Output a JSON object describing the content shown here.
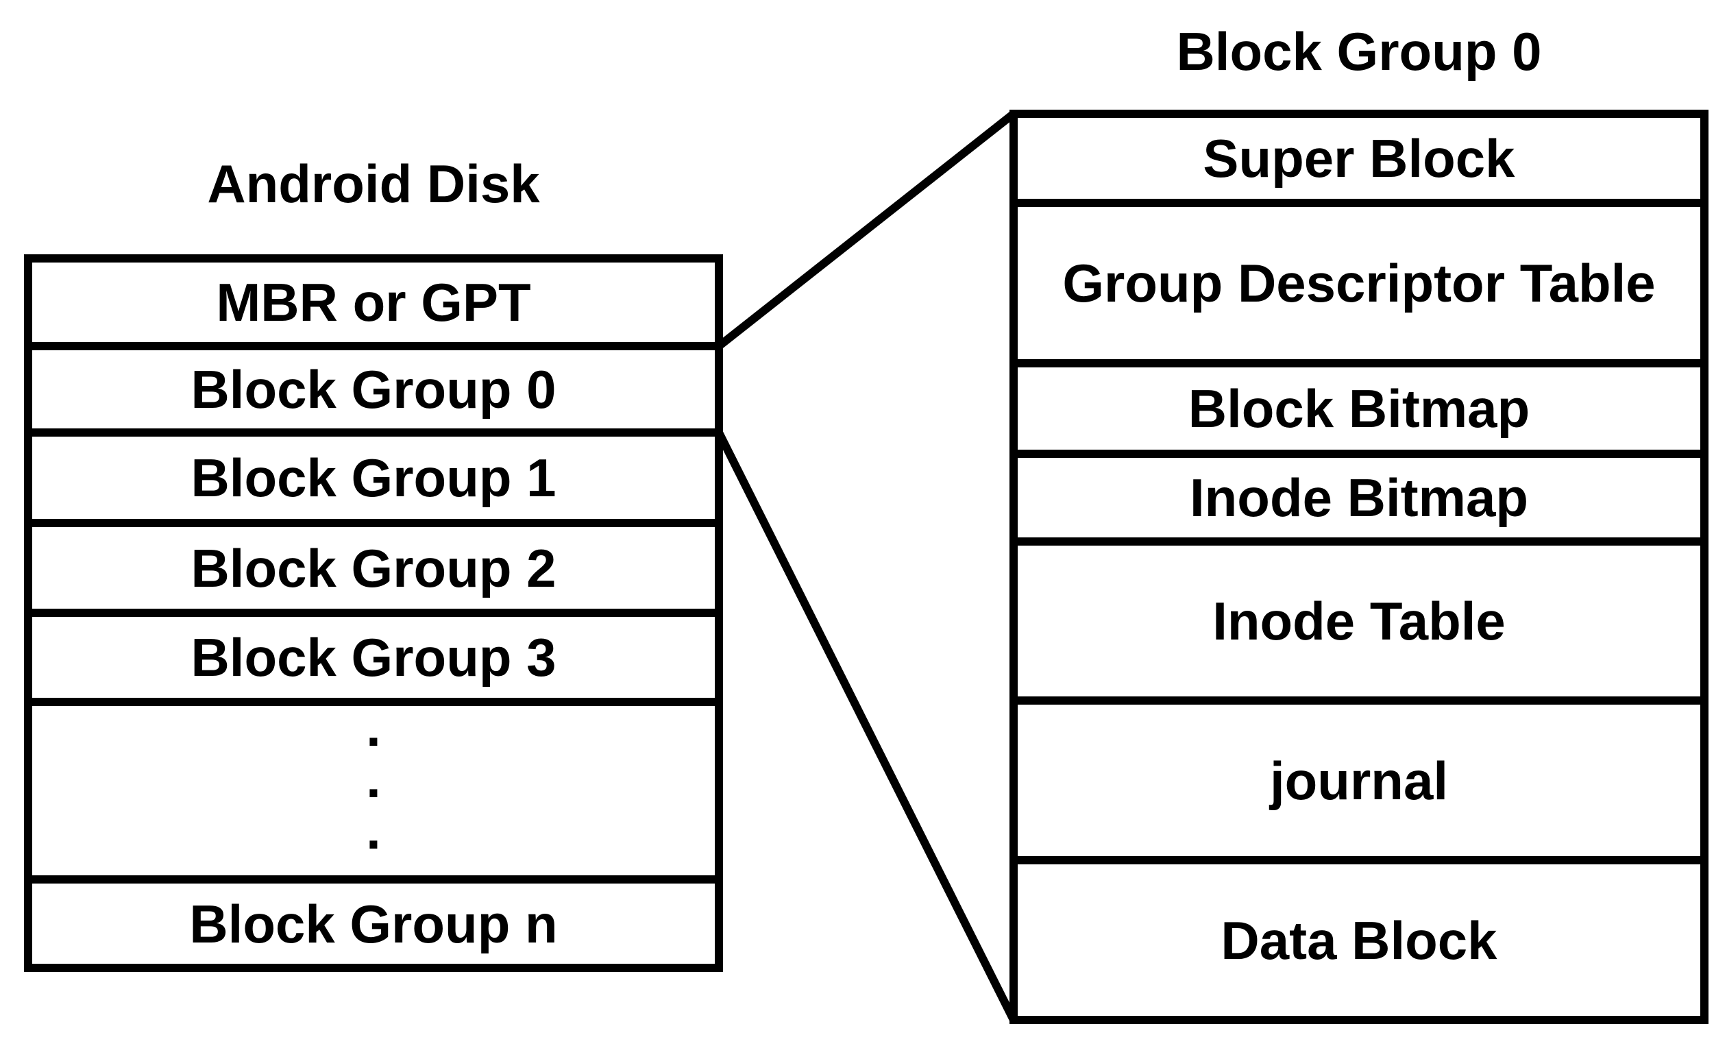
{
  "colors": {
    "ink": "#000000",
    "paper": "#ffffff"
  },
  "disk": {
    "title": "Android Disk",
    "rows": [
      {
        "label": "MBR or GPT"
      },
      {
        "label": "Block Group 0"
      },
      {
        "label": "Block Group 1"
      },
      {
        "label": "Block Group 2"
      },
      {
        "label": "Block Group 3"
      },
      {
        "label": "",
        "dots": [
          ".",
          ".",
          "."
        ]
      },
      {
        "label": "Block Group n"
      }
    ]
  },
  "block_group": {
    "title": "Block Group 0",
    "rows": [
      {
        "label": "Super Block"
      },
      {
        "label": "Group Descriptor Table"
      },
      {
        "label": "Block Bitmap"
      },
      {
        "label": "Inode Bitmap"
      },
      {
        "label": "Inode Table"
      },
      {
        "label": "journal"
      },
      {
        "label": "Data Block"
      }
    ]
  }
}
